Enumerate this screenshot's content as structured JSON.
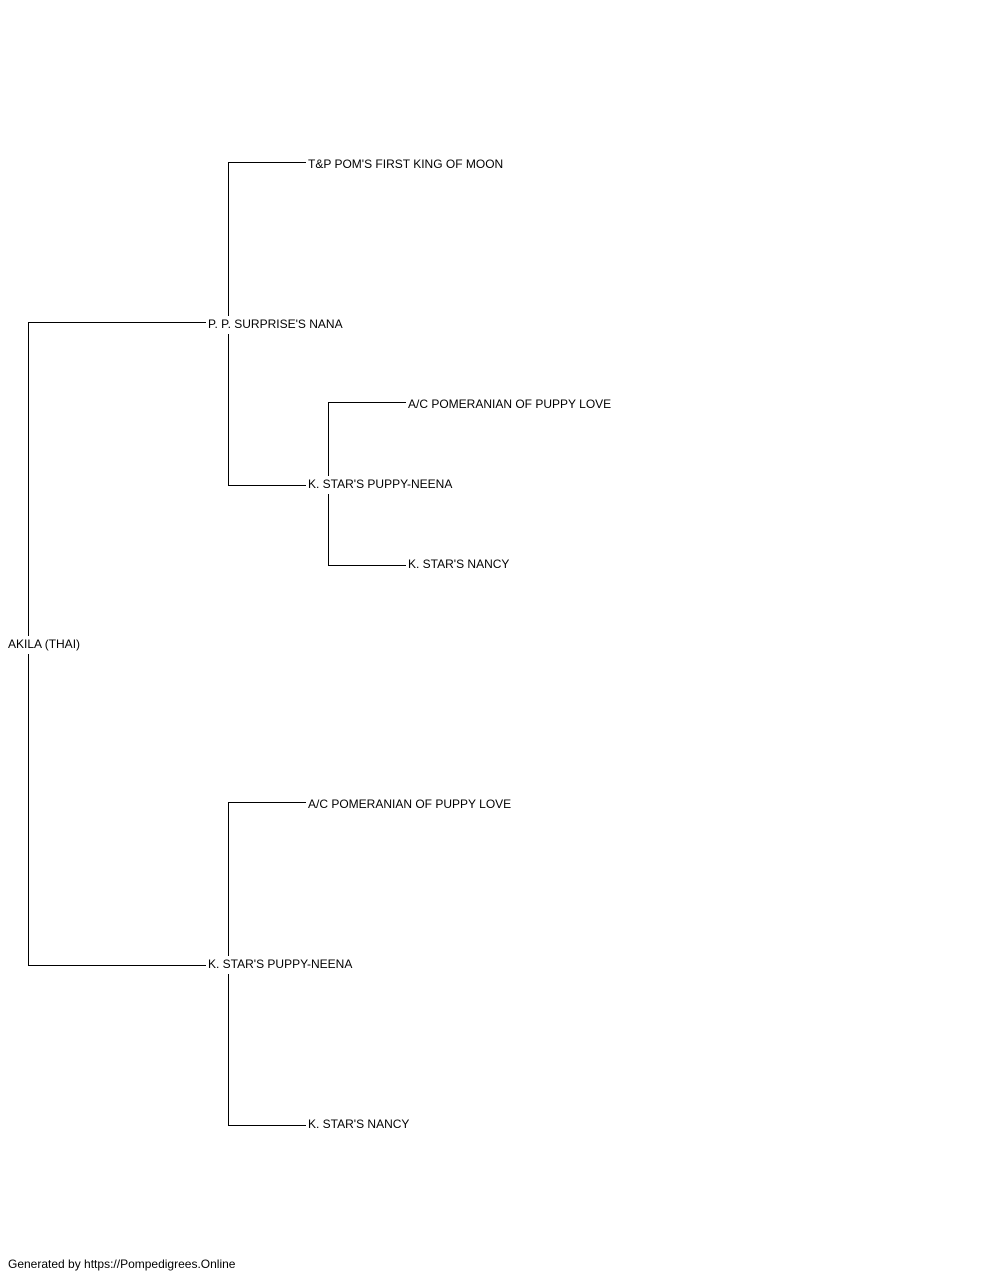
{
  "pedigree": {
    "subject": "AKILA (THAI)",
    "sire": "P. P. SURPRISE'S NANA",
    "sire_sire": "T&P POM'S FIRST KING OF MOON",
    "sire_dam": "K. STAR'S PUPPY-NEENA",
    "sire_dam_sire": "A/C POMERANIAN OF PUPPY LOVE",
    "sire_dam_dam": "K. STAR'S NANCY",
    "dam": "K. STAR'S PUPPY-NEENA",
    "dam_sire": "A/C POMERANIAN OF PUPPY LOVE",
    "dam_dam": "K. STAR'S NANCY"
  },
  "footer": {
    "text": "Generated by https://Pompedigrees.Online"
  }
}
